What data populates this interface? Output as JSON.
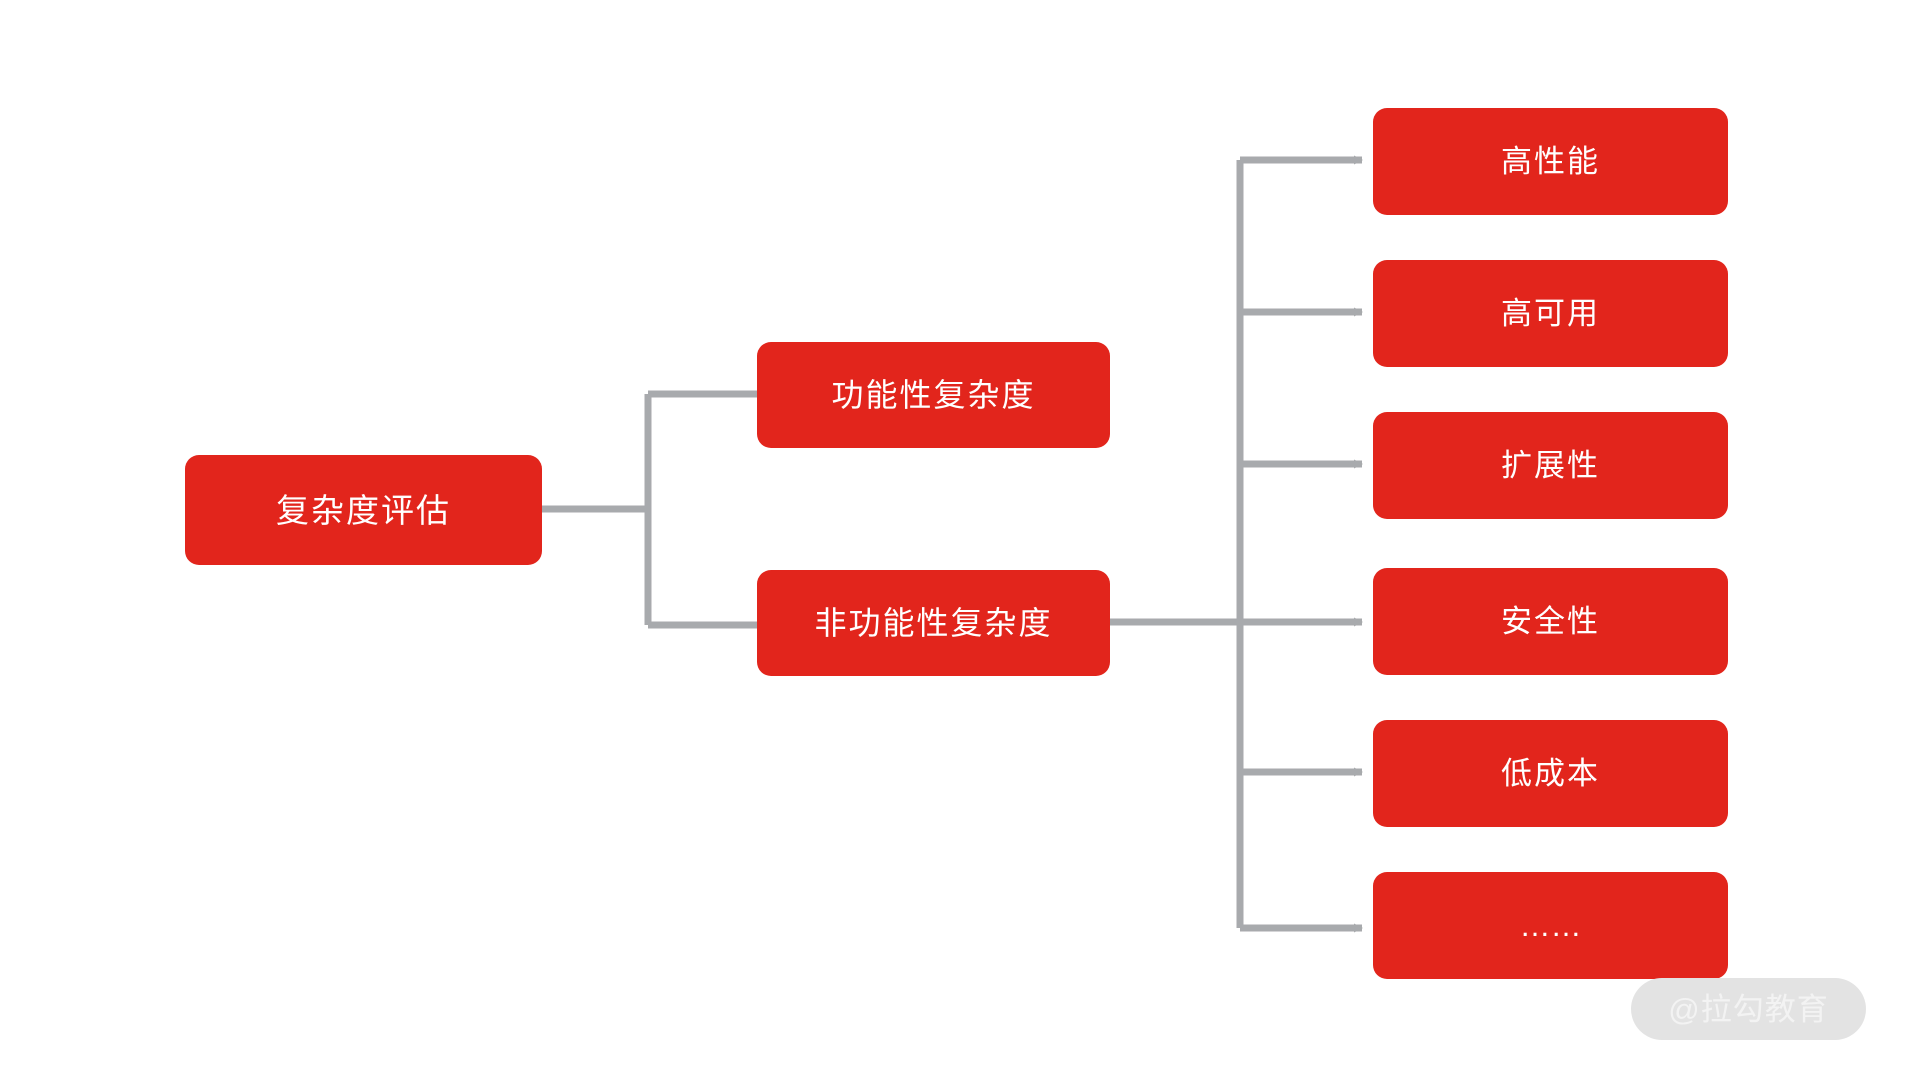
{
  "diagram": {
    "type": "tree",
    "orientation": "left-to-right",
    "title": "复杂度评估",
    "colors": {
      "node_fill": "#E2251C",
      "node_text": "#FFFFFF",
      "connector": "#A8AAAD",
      "background": "#FFFFFF",
      "watermark_pill": "#E3E3E3",
      "watermark_text": "#F3F3F3"
    },
    "root": {
      "id": "root",
      "label": "复杂度评估"
    },
    "level2": [
      {
        "id": "functional",
        "label": "功能性复杂度"
      },
      {
        "id": "nonfunctional",
        "label": "非功能性复杂度"
      }
    ],
    "level3": [
      {
        "id": "perf",
        "label": "高性能"
      },
      {
        "id": "ha",
        "label": "高可用"
      },
      {
        "id": "scalability",
        "label": "扩展性"
      },
      {
        "id": "security",
        "label": "安全性"
      },
      {
        "id": "lowcost",
        "label": "低成本"
      },
      {
        "id": "more",
        "label": "……"
      }
    ],
    "edges": [
      {
        "from": "root",
        "to": "functional"
      },
      {
        "from": "root",
        "to": "nonfunctional"
      },
      {
        "from": "nonfunctional",
        "to": "perf"
      },
      {
        "from": "nonfunctional",
        "to": "ha"
      },
      {
        "from": "nonfunctional",
        "to": "scalability"
      },
      {
        "from": "nonfunctional",
        "to": "security"
      },
      {
        "from": "nonfunctional",
        "to": "lowcost"
      },
      {
        "from": "nonfunctional",
        "to": "more"
      }
    ]
  },
  "watermark": {
    "label": "@拉勾教育"
  }
}
